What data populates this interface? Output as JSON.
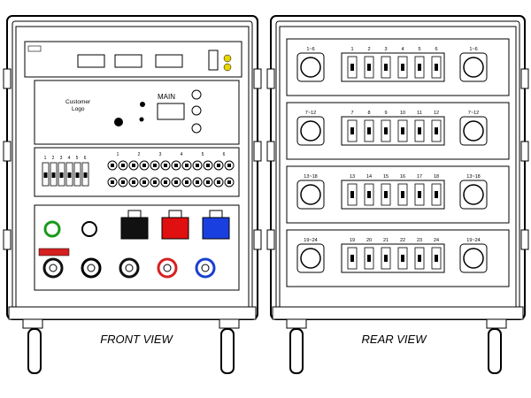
{
  "views": {
    "front_label": "FRONT VIEW",
    "rear_label": "REAR VIEW"
  },
  "front": {
    "customer_logo_line1": "Customer",
    "customer_logo_line2": "Logo",
    "main_label": "MAIN",
    "breaker_numbers": [
      "1",
      "2",
      "3",
      "4",
      "5",
      "6"
    ],
    "outlet_numbers": [
      "1",
      "2",
      "3",
      "4",
      "5",
      "6"
    ],
    "camlok_colors": [
      "#111111",
      "#ffffff",
      "#111111",
      "#d62020",
      "#1a3fd0"
    ],
    "box_colors": [
      "#111111",
      "#e01010",
      "#1a3fe0"
    ]
  },
  "rear": {
    "panels": [
      {
        "range": "1~6",
        "circuits": [
          "1",
          "2",
          "3",
          "4",
          "5",
          "6"
        ]
      },
      {
        "range": "7~12",
        "circuits": [
          "7",
          "8",
          "9",
          "10",
          "11",
          "12"
        ]
      },
      {
        "range": "13~18",
        "circuits": [
          "13",
          "14",
          "15",
          "16",
          "17",
          "18"
        ]
      },
      {
        "range": "19~24",
        "circuits": [
          "19",
          "20",
          "21",
          "22",
          "23",
          "24"
        ]
      }
    ]
  }
}
